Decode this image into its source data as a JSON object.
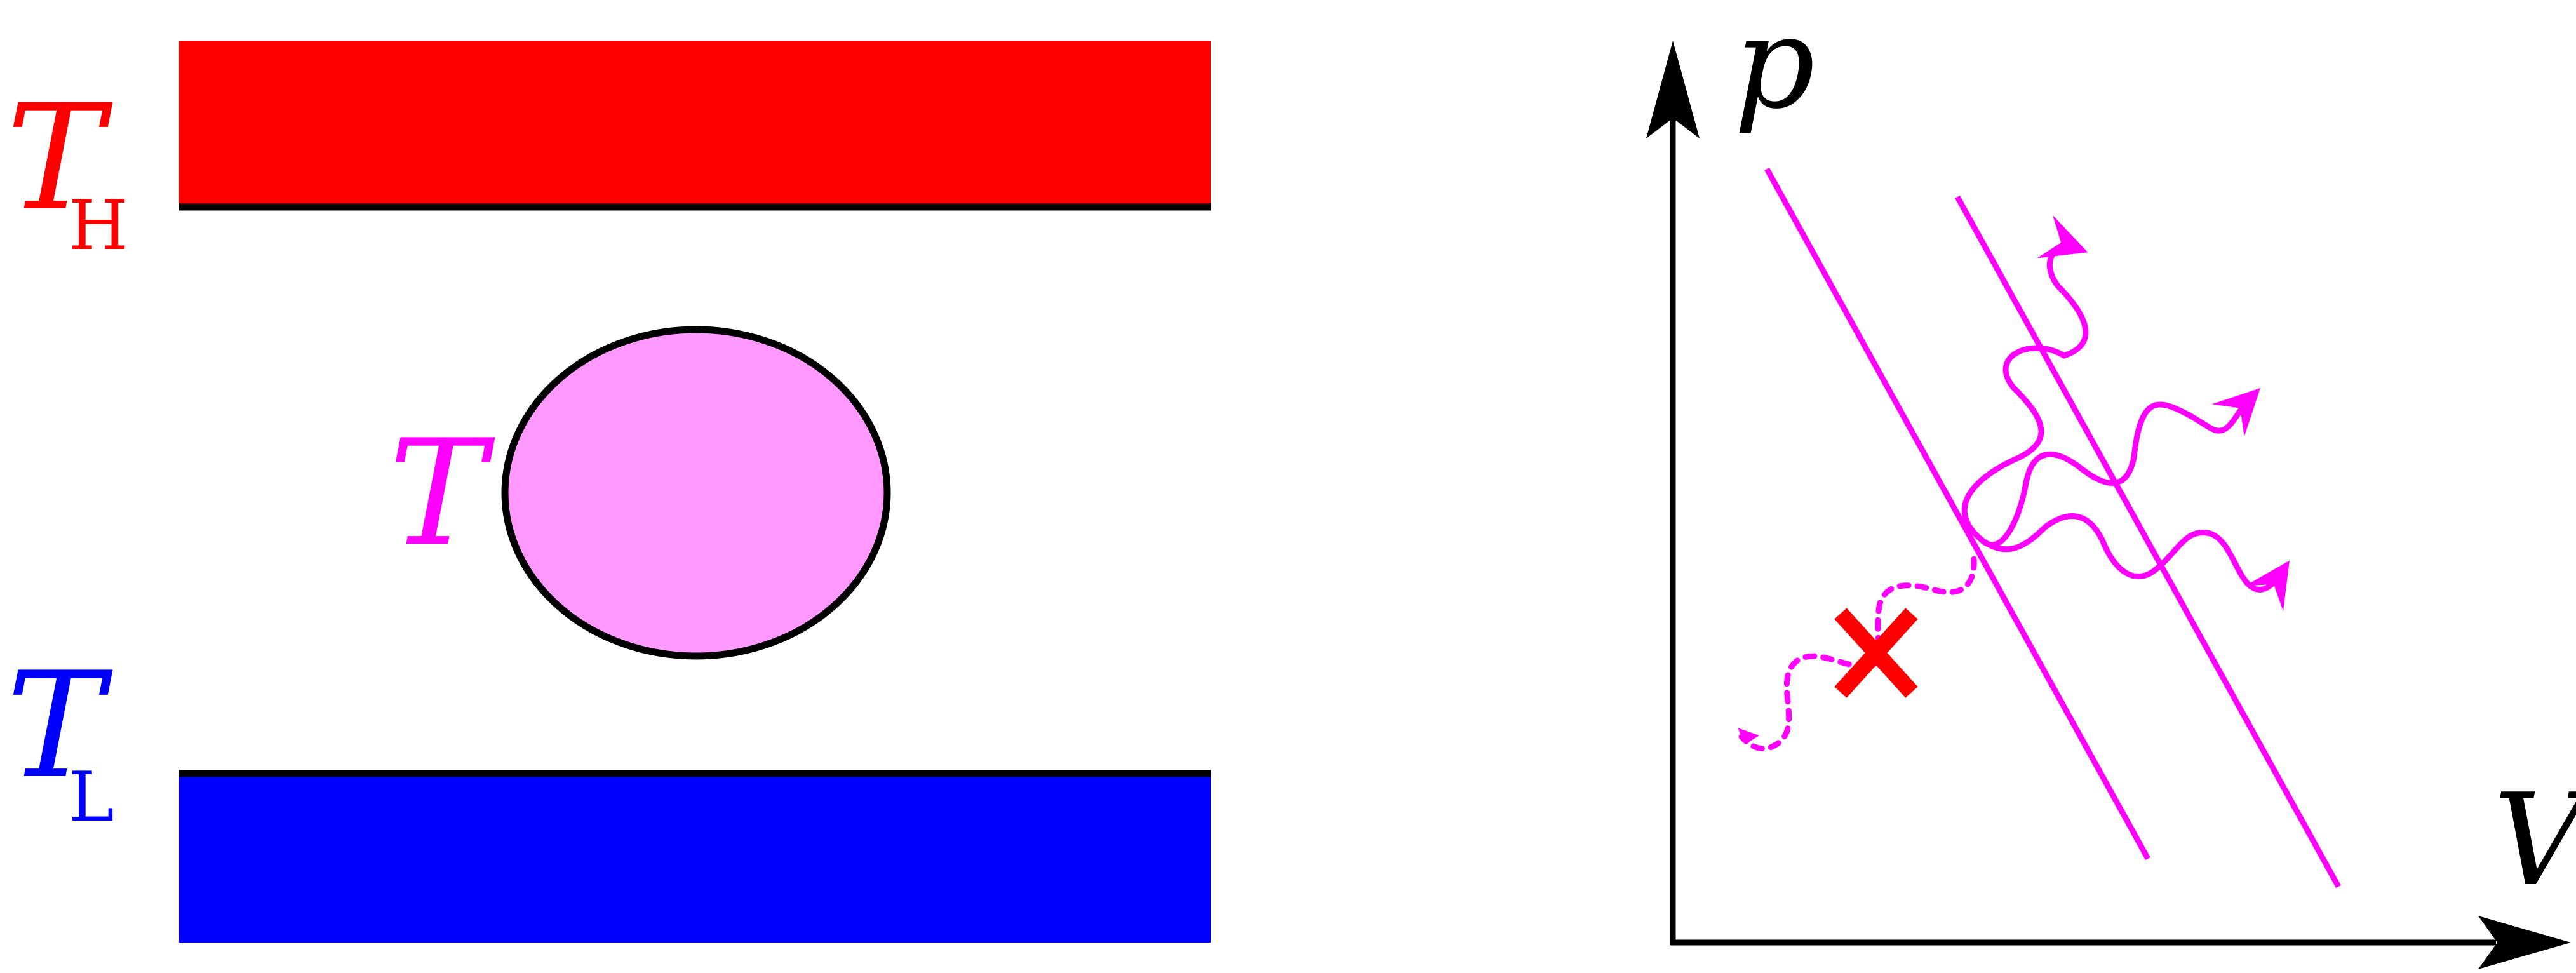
{
  "reservoirs": {
    "hot": {
      "symbol": "T",
      "subscript": "H",
      "color": "#ff0000"
    },
    "cold": {
      "symbol": "T",
      "subscript": "L",
      "color": "#0000ff"
    }
  },
  "system": {
    "label": "T",
    "label_color": "#ff00ff",
    "fill": "#ff99ff"
  },
  "pv_diagram": {
    "y_axis_label": "p",
    "x_axis_label": "V",
    "path_color": "#ff00ff",
    "forbidden_marker": {
      "symbol": "cross",
      "color": "#ff0000"
    }
  }
}
